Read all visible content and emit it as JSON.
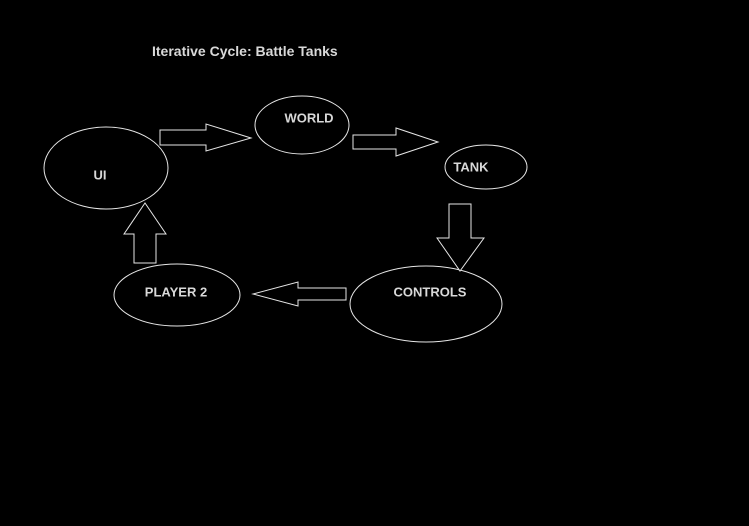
{
  "title": "Iterative Cycle: Battle Tanks",
  "nodes": {
    "ui": "UI",
    "world": "WORLD",
    "tank": "TANK",
    "controls": "CONTROLS",
    "player2": "PLAYER 2"
  },
  "colors": {
    "background": "#000000",
    "stroke": "#e6e6e6",
    "text": "#d9d9d9"
  }
}
